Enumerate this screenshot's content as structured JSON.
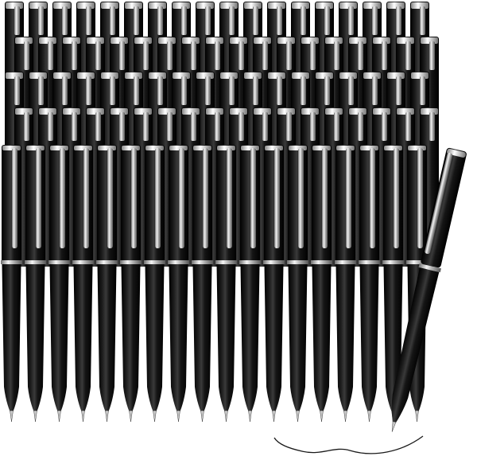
{
  "image": {
    "subject": "pen-bundle",
    "background_color": "#ffffff",
    "pen_body_color": "#141414",
    "pen_trim_color": "#c8c8c8",
    "ink_line_color": "#1a1a1a",
    "front_row_pen_count": 18,
    "back_row_count": 4,
    "featured_pen_count": 1
  }
}
